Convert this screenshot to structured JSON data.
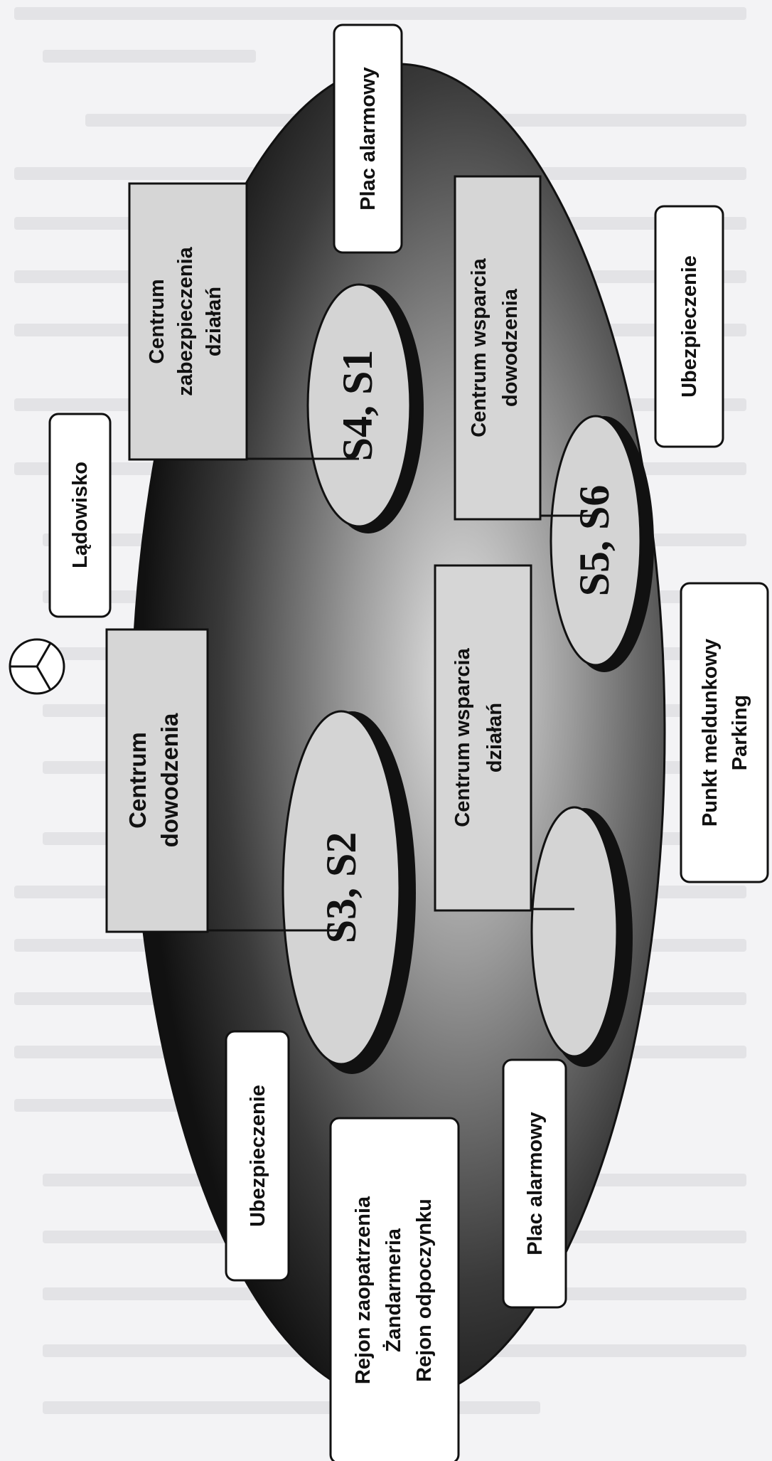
{
  "diagram": {
    "cells": [
      {
        "key": "s4s1",
        "text": "S4, S1"
      },
      {
        "key": "s5s6",
        "text": "S5, S6"
      },
      {
        "key": "s3s2",
        "text": "S3, S2"
      }
    ],
    "boxes": {
      "plac_top": [
        "Plac alarmowy"
      ],
      "centrum_zabezp": [
        "Centrum",
        "zabezpieczenia",
        "działań"
      ],
      "centrum_wsparcia_dow": [
        "Centrum wsparcia",
        "dowodzenia"
      ],
      "ubezp_top": [
        "Ubezpieczenie"
      ],
      "ladowisko": [
        "Lądowisko"
      ],
      "centrum_dow": [
        "Centrum",
        "dowodzenia"
      ],
      "centrum_wsparcia_dz": [
        "Centrum wsparcia",
        "działań"
      ],
      "punkt": [
        "Punkt meldunkowy",
        "Parking"
      ],
      "ubezp_bottom": [
        "Ubezpieczenie"
      ],
      "rejon": [
        "Rejon zaopatrzenia",
        "Żandarmeria",
        "Rejon odpoczynku"
      ],
      "plac_bottom": [
        "Plac alarmowy"
      ]
    }
  }
}
